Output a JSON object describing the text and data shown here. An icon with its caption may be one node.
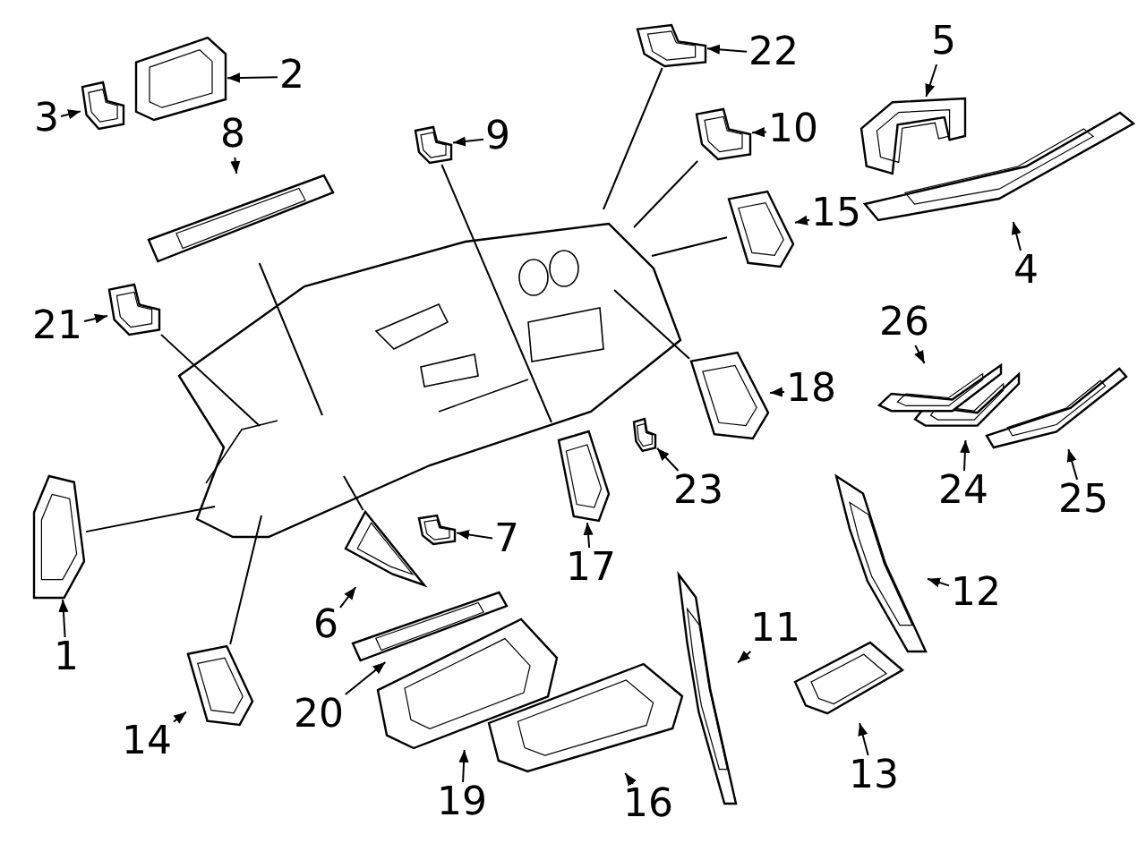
{
  "diagram": {
    "nodes": [
      {
        "text": [],
        "shape": "picture"
      },
      {
        "text": [
          "1"
        ]
      },
      {
        "text": [],
        "shape": "picture"
      },
      {
        "text": [
          "2"
        ]
      },
      {
        "text": [],
        "shape": "picture"
      },
      {
        "text": [
          "3"
        ]
      },
      {
        "text": [],
        "shape": "picture"
      },
      {
        "text": [
          "4"
        ]
      },
      {
        "text": [],
        "shape": "picture"
      },
      {
        "text": [
          "5"
        ]
      },
      {
        "text": [],
        "shape": "picture"
      },
      {
        "text": [
          "6"
        ]
      },
      {
        "text": [],
        "shape": "picture"
      },
      {
        "text": [
          "7"
        ]
      },
      {
        "text": [],
        "shape": "picture"
      },
      {
        "text": [
          "8"
        ]
      },
      {
        "text": [],
        "shape": "picture"
      },
      {
        "text": [
          "9"
        ]
      },
      {
        "text": [],
        "shape": "picture"
      },
      {
        "text": [
          "10"
        ]
      },
      {
        "text": [],
        "shape": "picture"
      },
      {
        "text": [
          "11"
        ]
      },
      {
        "text": [],
        "shape": "picture"
      },
      {
        "text": [
          "12"
        ]
      },
      {
        "text": [],
        "shape": "picture"
      },
      {
        "text": [
          "13"
        ]
      },
      {
        "text": [],
        "shape": "picture"
      },
      {
        "text": [
          "14"
        ]
      },
      {
        "text": [],
        "shape": "picture"
      },
      {
        "text": [
          "15"
        ]
      },
      {
        "text": [],
        "shape": "picture"
      },
      {
        "text": [
          "16"
        ]
      },
      {
        "text": [],
        "shape": "picture"
      },
      {
        "text": [
          "17"
        ]
      },
      {
        "text": [],
        "shape": "picture"
      },
      {
        "text": [
          "18"
        ]
      },
      {
        "text": [],
        "shape": "picture"
      },
      {
        "text": [
          "19"
        ]
      },
      {
        "text": [],
        "shape": "picture"
      },
      {
        "text": [
          "20"
        ]
      },
      {
        "text": [],
        "shape": "picture"
      },
      {
        "text": [
          "21"
        ]
      },
      {
        "text": [],
        "shape": "picture"
      },
      {
        "text": [
          "22"
        ]
      },
      {
        "text": [],
        "shape": "picture"
      },
      {
        "text": [
          "23"
        ]
      },
      {
        "text": [],
        "shape": "picture"
      },
      {
        "text": [
          "24"
        ]
      },
      {
        "text": [],
        "shape": "picture"
      },
      {
        "text": [
          "25"
        ]
      },
      {
        "text": [],
        "shape": "picture"
      },
      {
        "text": [
          "26"
        ]
      },
      {
        "text": [],
        "shape": "picture"
      }
    ],
    "edges": [
      {
        "from": 1,
        "to": 2,
        "arrow": "to"
      },
      {
        "from": 3,
        "to": 4,
        "arrow": "to"
      },
      {
        "from": 5,
        "to": 6,
        "arrow": "to"
      },
      {
        "from": 7,
        "to": 8,
        "arrow": "to"
      },
      {
        "from": 9,
        "to": 10,
        "arrow": "to"
      },
      {
        "from": 11,
        "to": 12,
        "arrow": "to"
      },
      {
        "from": 13,
        "to": 14,
        "arrow": "to"
      },
      {
        "from": 15,
        "to": 16,
        "arrow": "to"
      },
      {
        "from": 17,
        "to": 18,
        "arrow": "to"
      },
      {
        "from": 19,
        "to": 20,
        "arrow": "to"
      },
      {
        "from": 21,
        "to": 22,
        "arrow": "to"
      },
      {
        "from": 23,
        "to": 24,
        "arrow": "to"
      },
      {
        "from": 25,
        "to": 26,
        "arrow": "to"
      },
      {
        "from": 27,
        "to": 28,
        "arrow": "to"
      },
      {
        "from": 29,
        "to": 30,
        "arrow": "to"
      },
      {
        "from": 31,
        "to": 32,
        "arrow": "to"
      },
      {
        "from": 33,
        "to": 34,
        "arrow": "to"
      },
      {
        "from": 35,
        "to": 36,
        "arrow": "to"
      },
      {
        "from": 37,
        "to": 38,
        "arrow": "to"
      },
      {
        "from": 39,
        "to": 40,
        "arrow": "to"
      },
      {
        "from": 41,
        "to": 42,
        "arrow": "to"
      },
      {
        "from": 43,
        "to": 44,
        "arrow": "to"
      },
      {
        "from": 45,
        "to": 46,
        "arrow": "to"
      },
      {
        "from": 47,
        "to": 48,
        "arrow": "to"
      },
      {
        "from": 49,
        "to": 50,
        "arrow": "to"
      },
      {
        "from": 51,
        "to": 52,
        "arrow": "to"
      },
      {
        "from": 2,
        "to": 0,
        "arrow": "none"
      },
      {
        "from": 42,
        "to": 0,
        "arrow": "none"
      },
      {
        "from": 16,
        "to": 0,
        "arrow": "none"
      },
      {
        "from": 18,
        "to": 0,
        "arrow": "none"
      },
      {
        "from": 44,
        "to": 0,
        "arrow": "none"
      },
      {
        "from": 20,
        "to": 0,
        "arrow": "none"
      },
      {
        "from": 30,
        "to": 0,
        "arrow": "none"
      },
      {
        "from": 36,
        "to": 0,
        "arrow": "none"
      },
      {
        "from": 28,
        "to": 0,
        "arrow": "none"
      },
      {
        "from": 12,
        "to": 0,
        "arrow": "none"
      }
    ]
  }
}
